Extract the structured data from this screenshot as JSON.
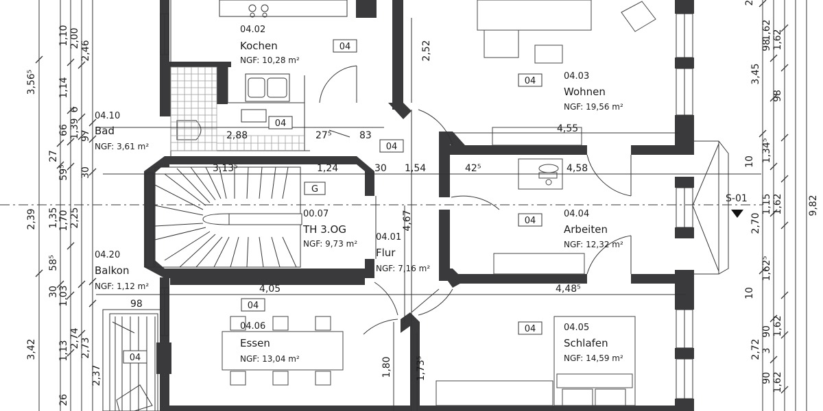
{
  "rooms": [
    {
      "id": "kochen",
      "number": "04.02",
      "name": "Kochen",
      "ngf": "NGF: 10,28 m²",
      "tag": "04"
    },
    {
      "id": "wohnen",
      "number": "04.03",
      "name": "Wohnen",
      "ngf": "NGF: 19,56 m²",
      "tag": "04"
    },
    {
      "id": "bad",
      "number": "04.10",
      "name": "Bad",
      "ngf": "NGF: 3,61 m²",
      "tag": "04"
    },
    {
      "id": "treppenhaus",
      "number": "00.07",
      "name": "TH 3.OG",
      "ngf": "NGF: 9,73 m²",
      "tag": "G"
    },
    {
      "id": "flur",
      "number": "04.01",
      "name": "Flur",
      "ngf": "NGF: 7,16 m²",
      "tag": "04"
    },
    {
      "id": "arbeiten",
      "number": "04.04",
      "name": "Arbeiten",
      "ngf": "NGF: 12,32 m²",
      "tag": "04"
    },
    {
      "id": "balkon",
      "number": "04.20",
      "name": "Balkon",
      "ngf": "NGF: 1,12 m²",
      "tag": "04"
    },
    {
      "id": "essen",
      "number": "04.06",
      "name": "Essen",
      "ngf": "NGF: 13,04 m²",
      "tag": "04"
    },
    {
      "id": "schlafen",
      "number": "04.05",
      "name": "Schlafen",
      "ngf": "NGF: 14,59 m²",
      "tag": "04"
    }
  ],
  "section_marker": "S-01",
  "dimensions": {
    "left_outer": [
      "3,56⁵",
      "2,39",
      "3,42"
    ],
    "left_mid": [
      "27",
      "1,35",
      "58⁵",
      "30"
    ],
    "left_inner1": [
      "1,10",
      "1,14",
      "66",
      "59⁵",
      "1,70",
      "1,03",
      "1,13",
      "26"
    ],
    "left_inner2": [
      "2,00",
      "6",
      "1,39",
      "2,25",
      "2,74"
    ],
    "left_inner3": [
      "2,46",
      "97",
      "30",
      "2,73",
      "2,37"
    ],
    "right_outer": [
      "9,82"
    ],
    "right_inner": [
      "2",
      "1,62",
      "3,45",
      "1,34⁵",
      "1,15",
      "2,70",
      "1,62⁵",
      "2,72",
      "3"
    ],
    "right_inner2": [
      "98",
      "1,62",
      "98",
      "10",
      "1,62",
      "10",
      "90",
      "1,62",
      "90",
      "1,62"
    ],
    "interior": {
      "d_252": "2,52",
      "d_288": "2,88",
      "d_275": "27⁵",
      "d_83": "83",
      "d_313": "3,13⁵",
      "d_124": "1,24",
      "d_30": "30",
      "d_154": "1,54",
      "d_425": "42⁵",
      "d_458": "4,58",
      "d_455": "4,55",
      "d_467": "4,67",
      "d_405": "4,05",
      "d_4485": "4,48⁵",
      "d_98": "98",
      "d_180": "1,80",
      "d_1735": "1,73⁵"
    }
  }
}
